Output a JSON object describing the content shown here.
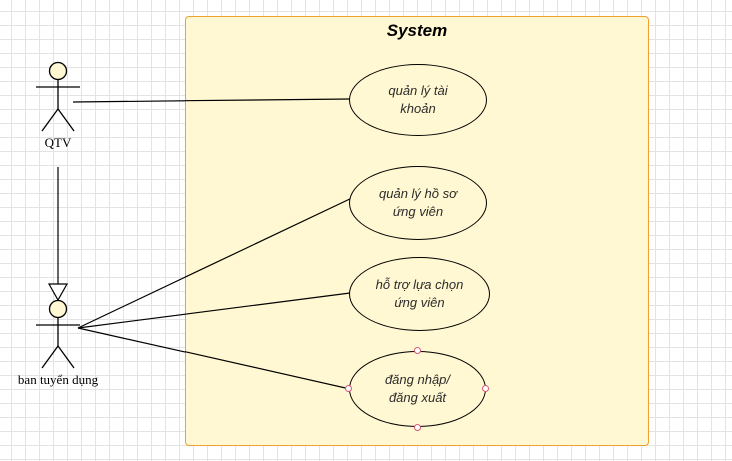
{
  "diagram": {
    "system": {
      "title": "System"
    },
    "actors": [
      {
        "id": "qtv",
        "label": "QTV"
      },
      {
        "id": "ban",
        "label": "ban tuyển dụng"
      }
    ],
    "use_cases": [
      {
        "id": "uc1",
        "lines": [
          "quản lý tài",
          "khoản"
        ]
      },
      {
        "id": "uc2",
        "lines": [
          "quản lý hồ sơ",
          "ứng viên"
        ]
      },
      {
        "id": "uc3",
        "lines": [
          "hỗ trợ lựa chọn",
          "ứng viên"
        ]
      },
      {
        "id": "uc4",
        "lines": [
          "đăng nhập/",
          "đăng xuất"
        ],
        "selected": true
      }
    ],
    "associations": [
      {
        "from": "qtv",
        "to": "uc1"
      },
      {
        "from": "ban",
        "to": "uc2"
      },
      {
        "from": "ban",
        "to": "uc3"
      },
      {
        "from": "ban",
        "to": "uc4"
      }
    ],
    "generalizations": [
      {
        "from": "qtv",
        "to": "ban",
        "arrow": "hollow-triangle"
      }
    ],
    "colors": {
      "system_fill": "#fff8d2",
      "system_border": "#f0a030",
      "actor_head_fill": "#fff8d2",
      "line": "#000000",
      "selection_handle": "#d65a78"
    }
  }
}
